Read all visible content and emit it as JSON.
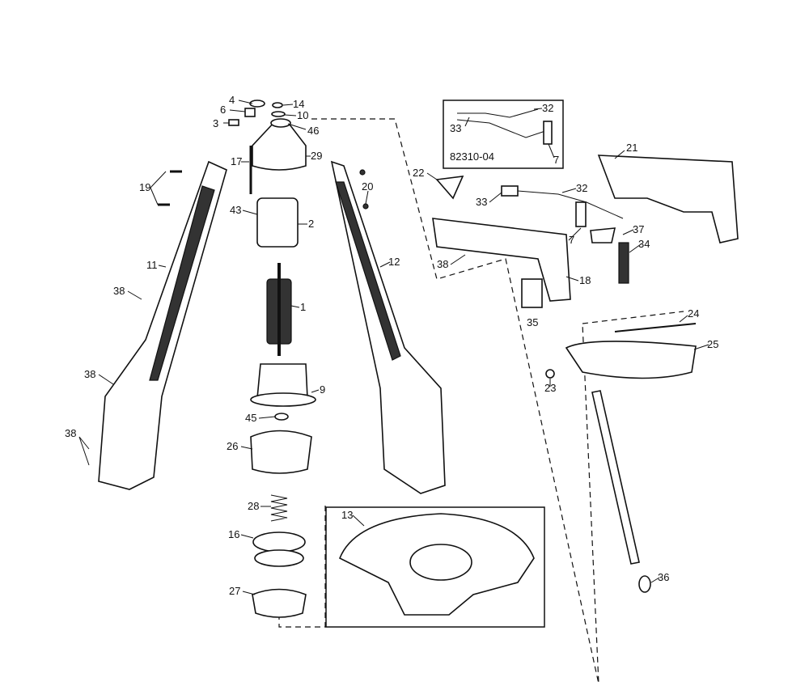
{
  "inset_code": "82310-04",
  "labels": [
    "4",
    "14",
    "6",
    "10",
    "3",
    "46",
    "17",
    "29",
    "19",
    "20",
    "43",
    "2",
    "11",
    "12",
    "38",
    "1",
    "38",
    "9",
    "45",
    "38",
    "26",
    "28",
    "16",
    "27",
    "13",
    "21",
    "22",
    "33",
    "32",
    "37",
    "34",
    "38",
    "7",
    "18",
    "35",
    "24",
    "25",
    "23",
    "36",
    "32",
    "33",
    "7"
  ]
}
